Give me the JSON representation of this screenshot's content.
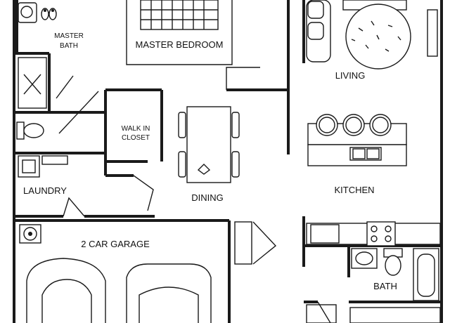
{
  "rooms": {
    "master_bath_line1": "MASTER",
    "master_bath_line2": "BATH",
    "master_bedroom": "MASTER BEDROOM",
    "living": "LIVING",
    "walk_in_closet_line1": "WALK IN",
    "walk_in_closet_line2": "CLOSET",
    "dining": "DINING",
    "kitchen": "KITCHEN",
    "laundry": "LAUNDRY",
    "garage": "2 CAR GARAGE",
    "bath": "BATH"
  },
  "colors": {
    "line": "#1a1a1a",
    "background": "#ffffff"
  }
}
